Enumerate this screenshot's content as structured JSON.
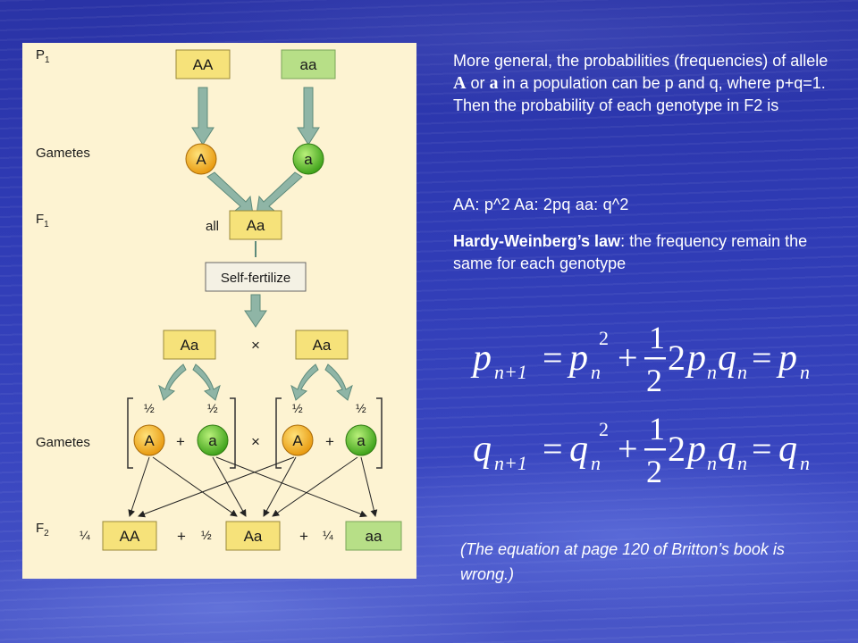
{
  "diagram": {
    "generation_labels": {
      "p1": "P",
      "p1_sub": "1",
      "gametes1": "Gametes",
      "f1": "F",
      "f1_sub": "1",
      "gametes2": "Gametes",
      "f2": "F",
      "f2_sub": "2"
    },
    "parents": {
      "left": "AA",
      "right": "aa"
    },
    "gametes_top": {
      "left": "A",
      "right": "a"
    },
    "f1": {
      "prefix": "all",
      "genotype": "Aa"
    },
    "process_label": "Self-fertilize",
    "cross": {
      "left": "Aa",
      "right": "Aa",
      "symbol": "×"
    },
    "gamete_fractions": [
      "½",
      "½",
      "½",
      "½"
    ],
    "gametes_bottom": [
      "A",
      "a",
      "A",
      "a"
    ],
    "plus": "+",
    "times": "×",
    "f2": [
      {
        "fraction": "¼",
        "genotype": "AA"
      },
      {
        "fraction": "½",
        "genotype": "Aa"
      },
      {
        "fraction": "¼",
        "genotype": "aa"
      }
    ],
    "colors": {
      "panel": "#fdf3d2",
      "yellow_box": "#f6e27a",
      "green_box": "#b7df87",
      "arrow": "#8fb5a6",
      "gamete_A": "#f2a91e",
      "gamete_a": "#5fbf2a"
    }
  },
  "text": {
    "p1_a": "More general, the probabilities (frequencies) of allele ",
    "allele_A": "A",
    "p1_or": " or ",
    "allele_a": "a",
    "p1_b": " in a population can be p and q, where p+q=1. Then the probability of each genotype in F2 is",
    "genotypes": "AA: p^2  Aa: 2pq   aa: q^2",
    "law_bold": "Hardy-Weinberg’s law",
    "law_rest": ": the frequency remain the same for each genotype",
    "note": "(The equation at page 120 of Britton’s book is wrong.)"
  },
  "equations": {
    "eq1": {
      "lhs_var": "p",
      "lhs_sub": "n+1",
      "t1_var": "p",
      "t1_sub": "n",
      "t1_sup": "2",
      "frac_num": "1",
      "frac_den": "2",
      "t2_coef": "2",
      "t2_p": "p",
      "t2_p_sub": "n",
      "t2_q": "q",
      "t2_q_sub": "n",
      "rhs_var": "p",
      "rhs_sub": "n",
      "eq": "=",
      "plus": "+"
    },
    "eq2": {
      "lhs_var": "q",
      "lhs_sub": "n+1",
      "t1_var": "q",
      "t1_sub": "n",
      "t1_sup": "2",
      "frac_num": "1",
      "frac_den": "2",
      "t2_coef": "2",
      "t2_p": "p",
      "t2_p_sub": "n",
      "t2_q": "q",
      "t2_q_sub": "n",
      "rhs_var": "q",
      "rhs_sub": "n",
      "eq": "=",
      "plus": "+"
    }
  }
}
